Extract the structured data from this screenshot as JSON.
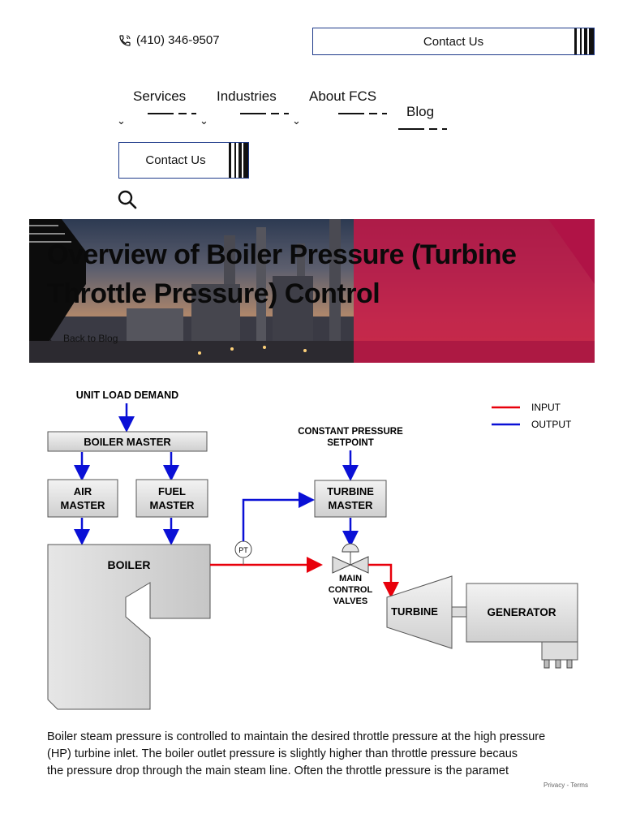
{
  "header": {
    "phone": "(410) 346-9507",
    "contact_label": "Contact Us"
  },
  "nav": {
    "items": [
      {
        "label": "Services"
      },
      {
        "label": "Industries"
      },
      {
        "label": "About FCS"
      },
      {
        "label": "Blog"
      }
    ],
    "contact_label": "Contact Us"
  },
  "hero": {
    "title": "Overview of Boiler Pressure (Turbine Throttle Pressure) Control",
    "back_label": "Back to Blog"
  },
  "diagram": {
    "unit_load_demand": "UNIT LOAD DEMAND",
    "boiler_master": "BOILER MASTER",
    "air_master": [
      "AIR",
      "MASTER"
    ],
    "fuel_master": [
      "FUEL",
      "MASTER"
    ],
    "boiler": "BOILER",
    "constant_pressure": [
      "CONSTANT PRESSURE",
      "SETPOINT"
    ],
    "turbine_master": [
      "TURBINE",
      "MASTER"
    ],
    "pt": "PT",
    "main_control_valves": [
      "MAIN",
      "CONTROL",
      "VALVES"
    ],
    "turbine": "TURBINE",
    "generator": "GENERATOR",
    "legend_input": "INPUT",
    "legend_output": "OUTPUT",
    "colors": {
      "input": "#e8000b",
      "output": "#0a10d6"
    }
  },
  "article": {
    "line1": "Boiler steam pressure is controlled to maintain the desired throttle pressure at the high pressure",
    "line2": "(HP) turbine inlet.  The boiler outlet pressure is slightly higher than throttle pressure becaus",
    "line3": "the pressure drop through the main steam line.  Often the throttle pressure is the paramet"
  },
  "footer": {
    "recaptcha": "Privacy - Terms"
  }
}
